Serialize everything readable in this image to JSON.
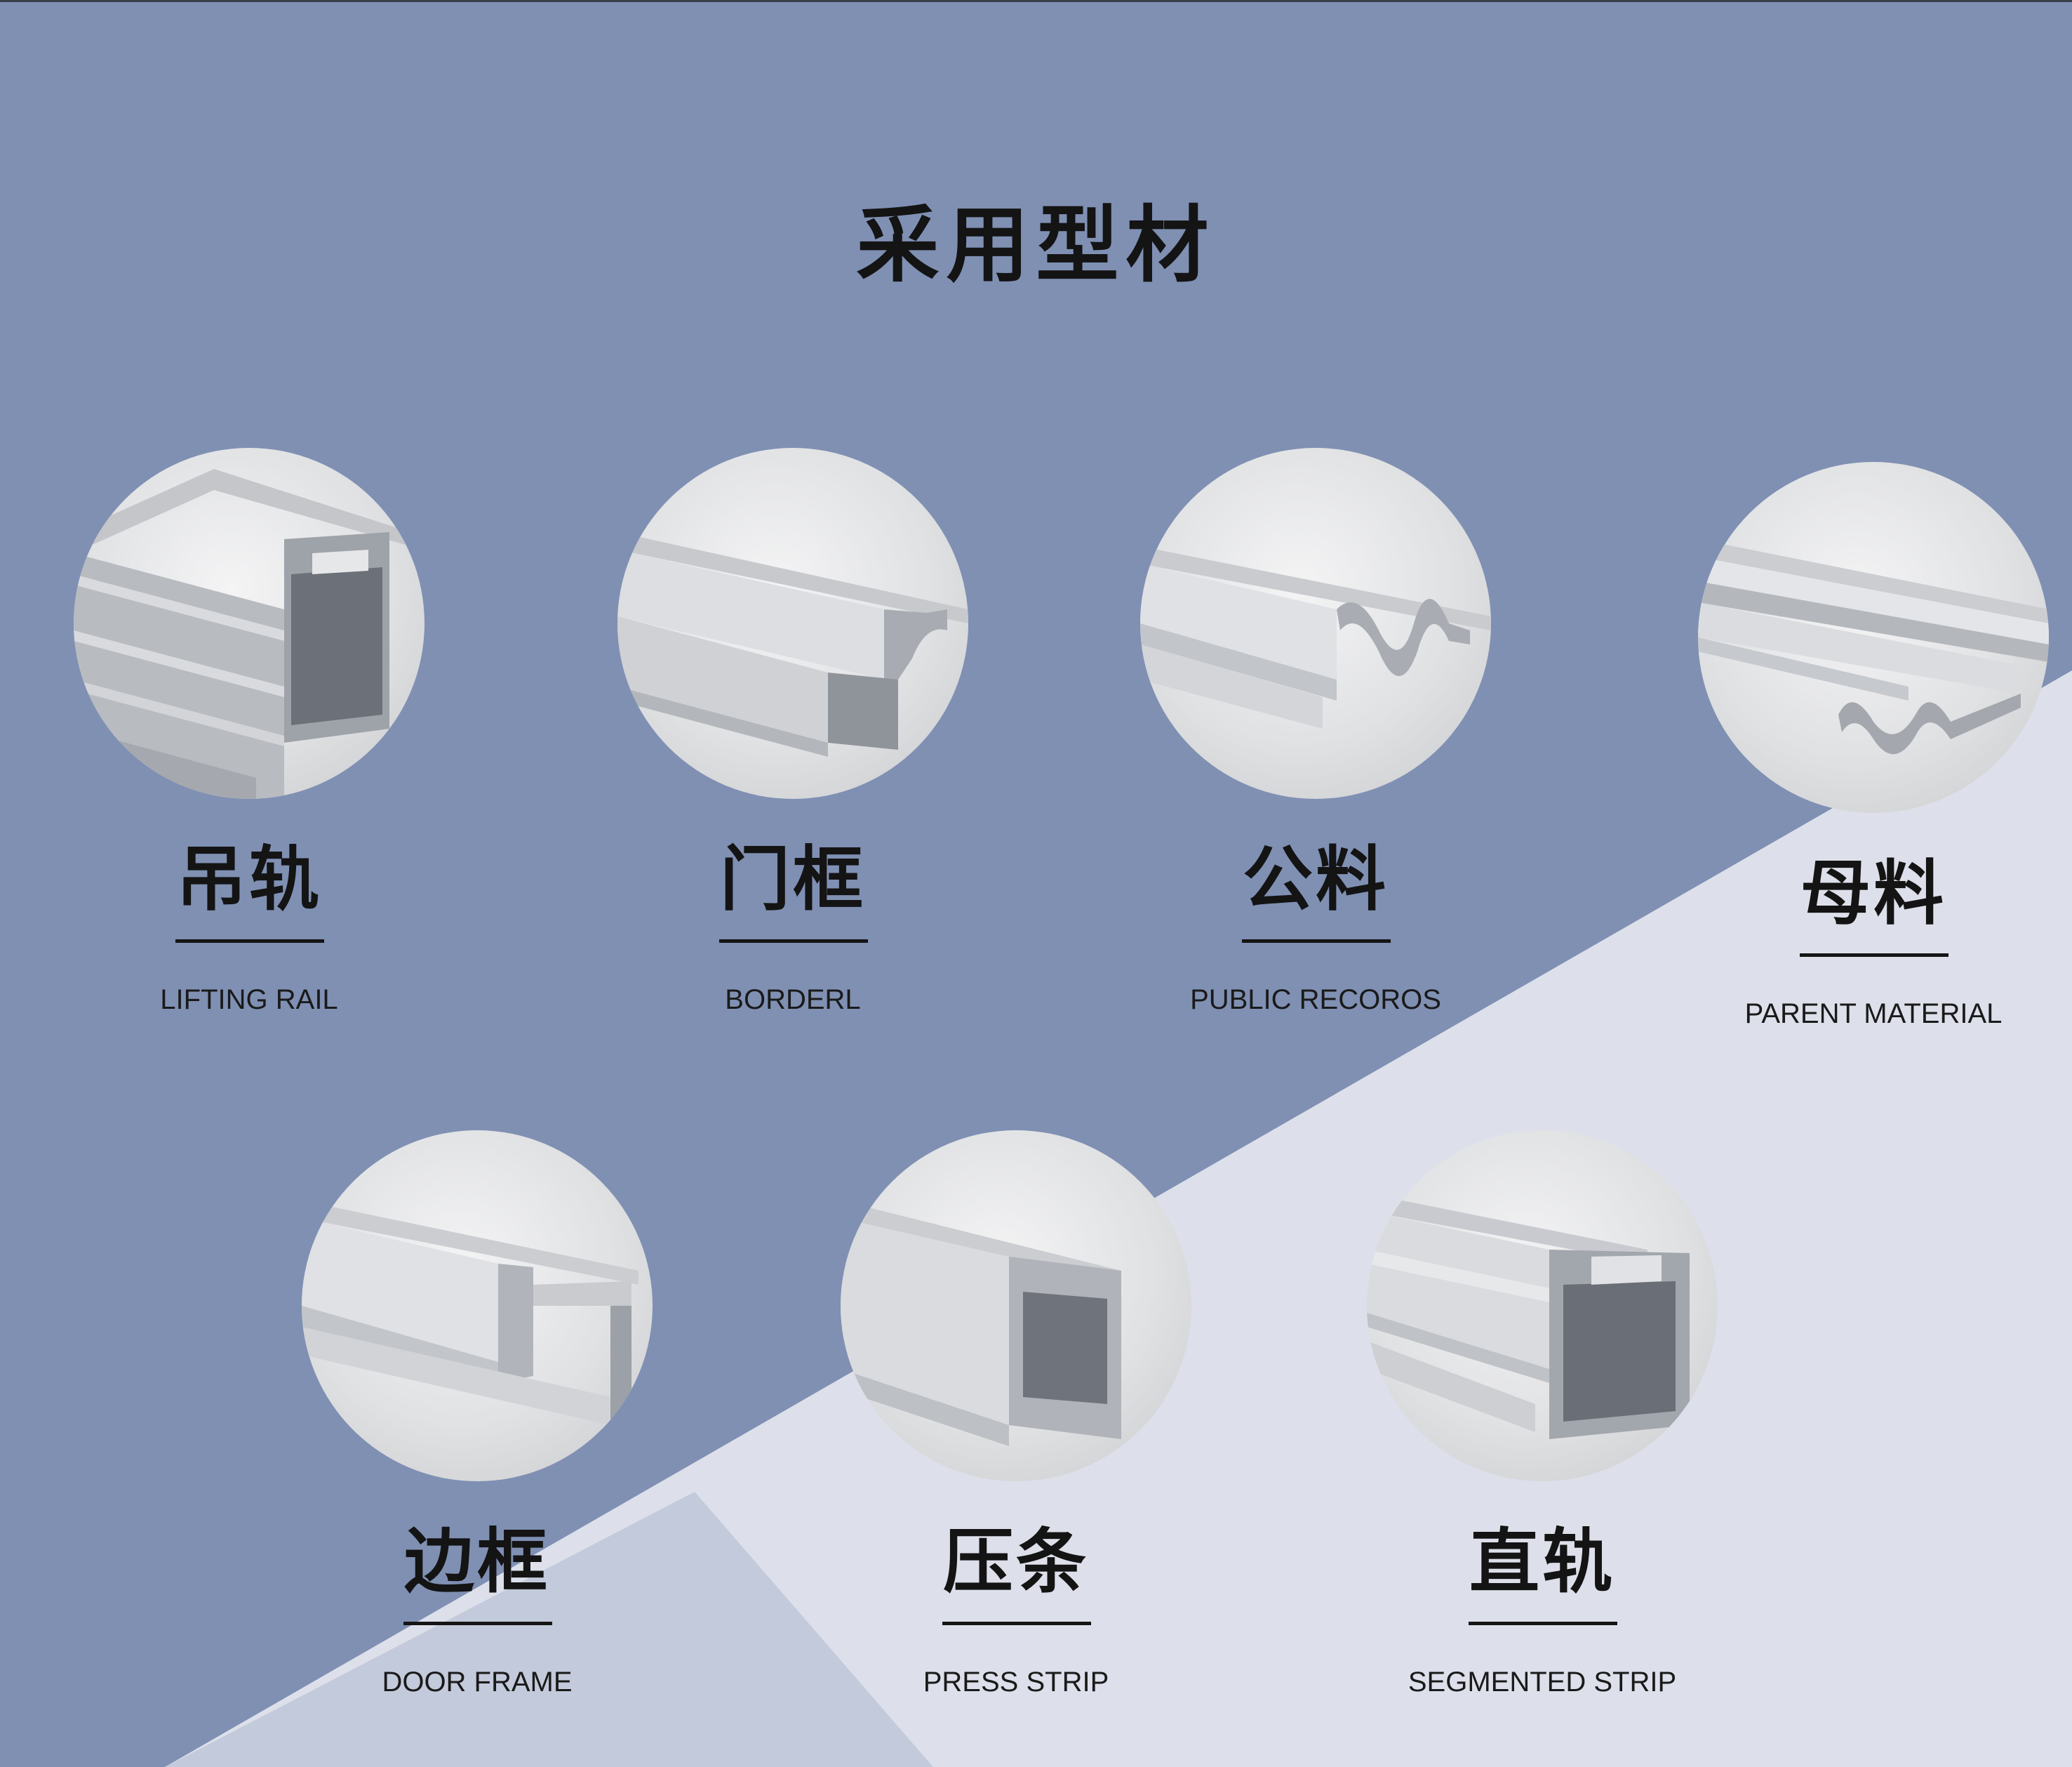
{
  "title": "采用型材",
  "colors": {
    "background_blue": "#7f90b3",
    "panel_light": "#dde0ea",
    "panel_mid": "#c3cadb",
    "text": "#141414"
  },
  "profiles": [
    {
      "cn": "吊轨",
      "en": "LIFTING RAIL"
    },
    {
      "cn": "门框",
      "en": "BORDERL"
    },
    {
      "cn": "公料",
      "en": "PUBLIC RECOROS"
    },
    {
      "cn": "母料",
      "en": "PARENT MATERIAL"
    },
    {
      "cn": "边框",
      "en": "DOOR FRAME"
    },
    {
      "cn": "压条",
      "en": "PRESS STRIP"
    },
    {
      "cn": "直轨",
      "en": "SEGMENTED STRIP"
    }
  ]
}
